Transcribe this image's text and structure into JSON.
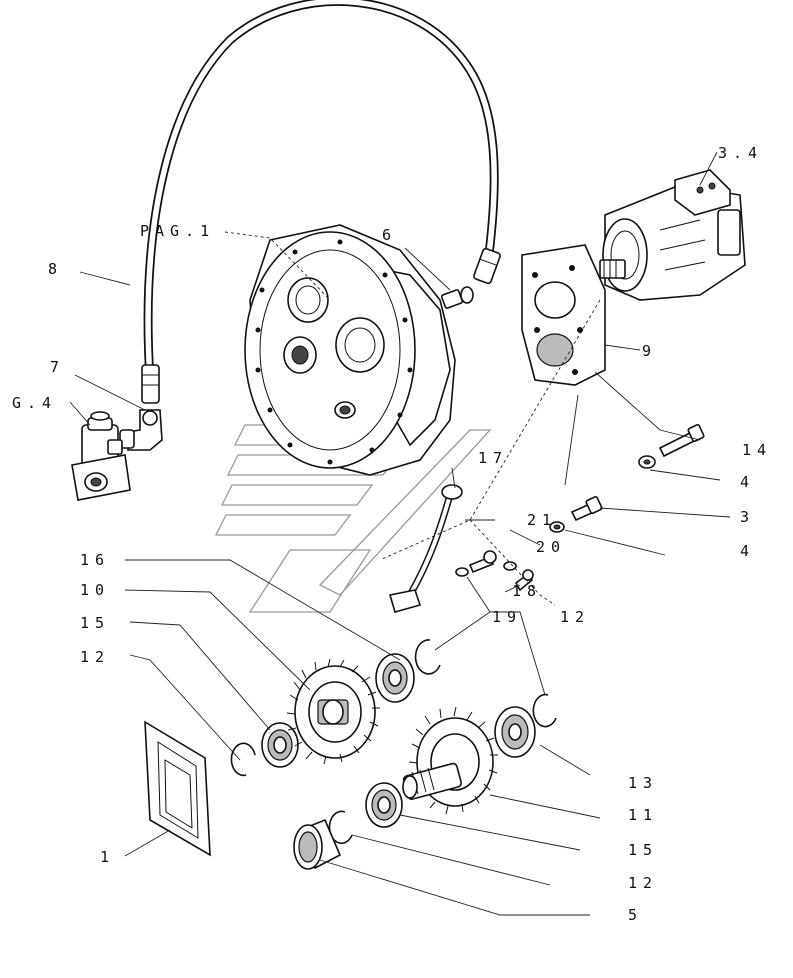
{
  "callouts": {
    "pag1": "PAG.1",
    "g4": "G.4",
    "p34": "3.4",
    "p1": "1",
    "p3": "3",
    "p4a": "4",
    "p4b": "4",
    "p5": "5",
    "p6": "6",
    "p7": "7",
    "p8": "8",
    "p9": "9",
    "p10": "10",
    "p11": "11",
    "p12a": "12",
    "p12b": "12",
    "p12c": "12",
    "p13": "13",
    "p14": "14",
    "p15a": "15",
    "p15b": "15",
    "p16": "16",
    "p17": "17",
    "p18": "18",
    "p19": "19",
    "p20": "20",
    "p21": "21"
  }
}
